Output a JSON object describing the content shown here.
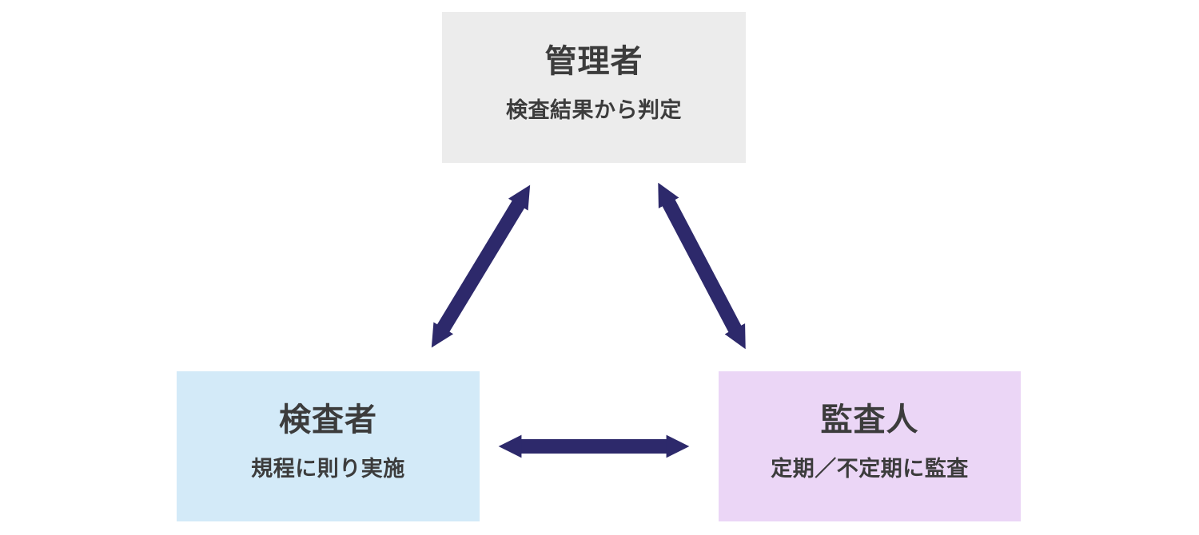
{
  "diagram": {
    "type": "triangle-relationship",
    "nodes": [
      {
        "id": "manager",
        "title": "管理者",
        "subtitle": "検査結果から判定",
        "bg": "#ececec",
        "position": "top-center"
      },
      {
        "id": "inspector",
        "title": "検査者",
        "subtitle": "規程に則り実施",
        "bg": "#d3eaf8",
        "position": "bottom-left"
      },
      {
        "id": "auditor",
        "title": "監査人",
        "subtitle": "定期／不定期に監査",
        "bg": "#ebd6f6",
        "position": "bottom-right"
      }
    ],
    "edges": [
      {
        "from": "manager",
        "to": "inspector",
        "style": "double-headed-arrow"
      },
      {
        "from": "manager",
        "to": "auditor",
        "style": "double-headed-arrow"
      },
      {
        "from": "inspector",
        "to": "auditor",
        "style": "double-headed-arrow"
      }
    ],
    "colors": {
      "arrow": "#2d296b",
      "text": "#3c3c3c",
      "manager_bg": "#ececec",
      "inspector_bg": "#d3eaf8",
      "auditor_bg": "#ebd6f6",
      "background": "#ffffff"
    }
  }
}
